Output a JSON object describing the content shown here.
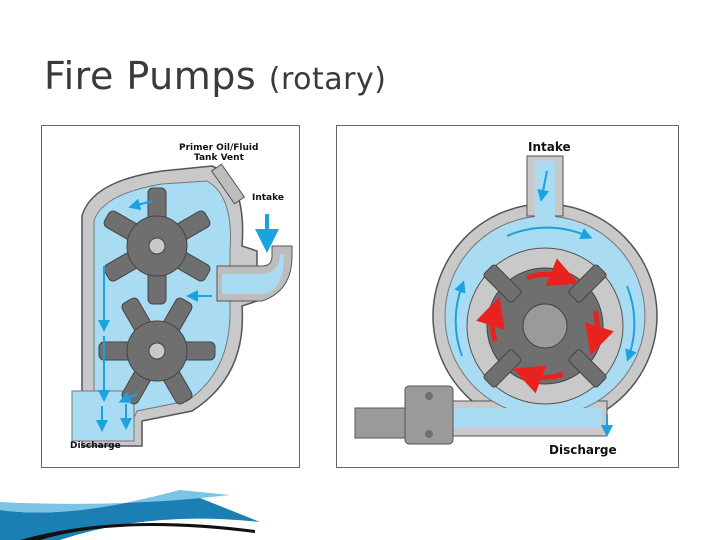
{
  "slide": {
    "title": "Fire Pumps",
    "title_suffix": "(rotary)"
  },
  "left_diagram": {
    "label_vent_line1": "Primer Oil/Fluid",
    "label_vent_line2": "Tank Vent",
    "label_intake": "Intake",
    "label_discharge": "Discharge"
  },
  "right_diagram": {
    "label_intake": "Intake",
    "label_discharge": "Discharge"
  },
  "colors": {
    "water": "#a9dbf2",
    "casing": "#c9c9c9",
    "gear": "#6f6f6f",
    "arrow_blue": "#1aa3de",
    "arrow_red": "#e8231f",
    "accent_blue": "#1c7fb4"
  }
}
